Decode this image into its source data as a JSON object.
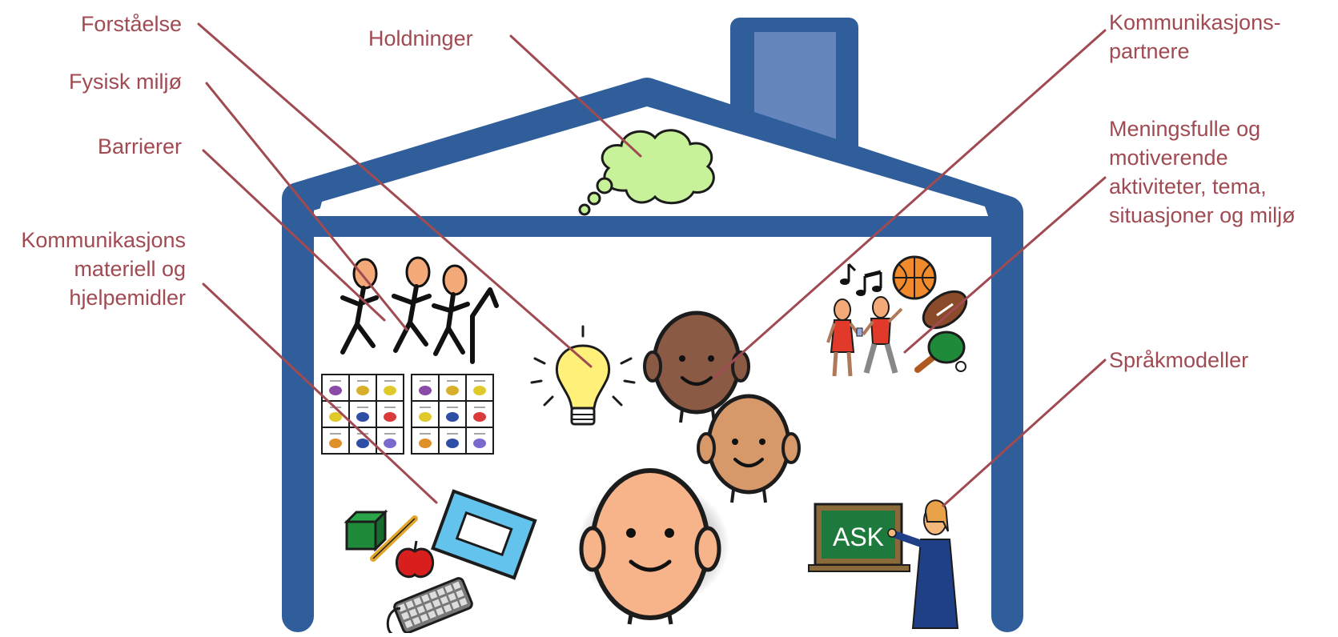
{
  "colors": {
    "label": "#a04a52",
    "house": "#2f5e9b",
    "chimney_window": "#6486bd",
    "connector": "#a04a52",
    "thought_cloud": "#c8f29a",
    "chalkboard": "#1e7a3c",
    "skin_light": "#f7b48a",
    "skin_mid": "#d7996a",
    "skin_dark": "#8a5a44",
    "bulb": "#fff07a"
  },
  "labels": {
    "forstaelse": "Forståelse",
    "fysisk_miljo": "Fysisk miljø",
    "barrierer": "Barrierer",
    "kommunikasjons_materiell": "Kommunikasjons\nmateriell og\nhjelpemidler",
    "holdninger": "Holdninger",
    "kommunikasjonspartnere": "Kommunikasjons-\npartnere",
    "meningsfulle": "Meningsfulle og\nmotiverende\naktiviteter, tema,\nsituasjoner og miljø",
    "sprakmodeller": "Språkmodeller"
  },
  "board": {
    "text": "ASK"
  },
  "icons": [
    "house-outline",
    "chimney",
    "thought-cloud-icon",
    "running-people-icon",
    "light-bulb-icon",
    "symbol-grid-icon",
    "school-materials-icon",
    "face-icon",
    "music-notes-icon",
    "basketball-icon",
    "football-icon",
    "table-tennis-icon",
    "dancing-people-icon",
    "teacher-icon",
    "chalkboard-icon"
  ]
}
